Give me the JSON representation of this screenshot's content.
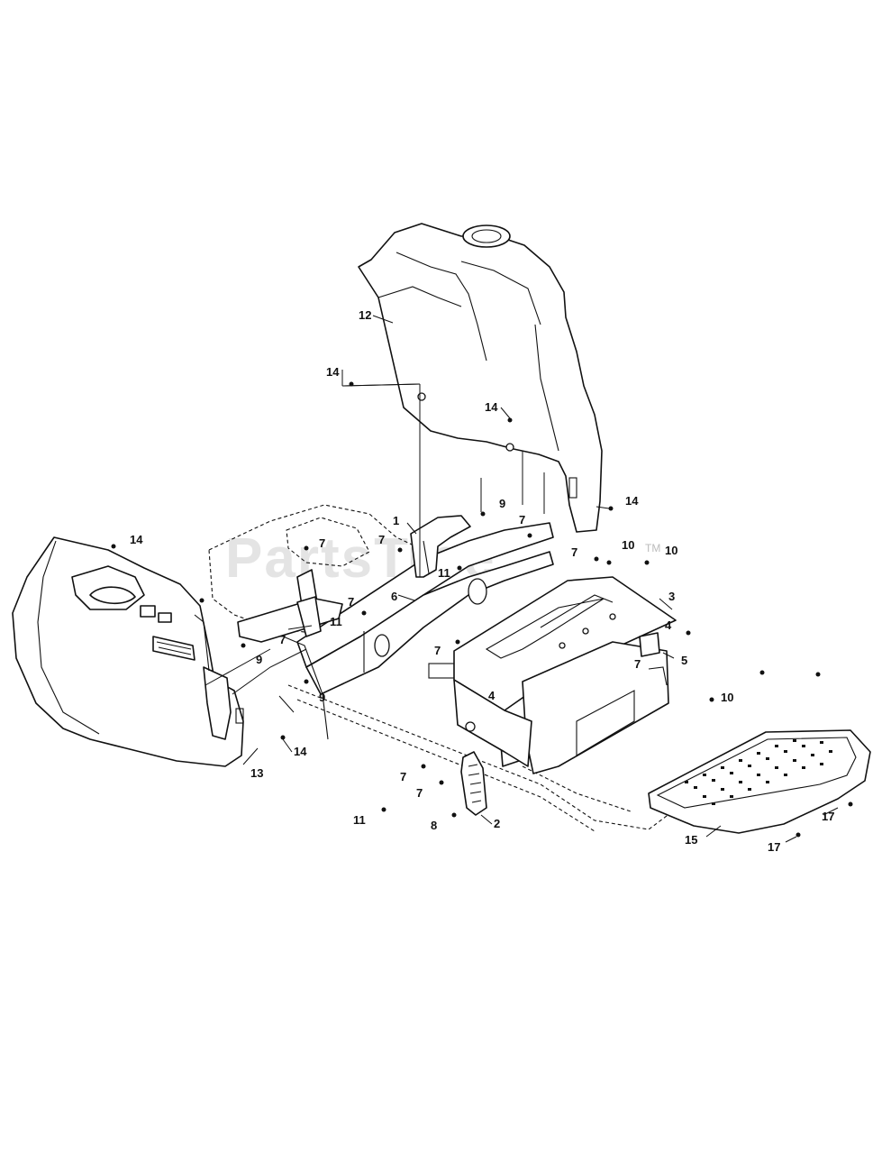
{
  "diagram": {
    "watermark": "PartsTree",
    "watermark_tm": "TM",
    "callouts": [
      {
        "label": "12"
      },
      {
        "label": "14"
      },
      {
        "label": "14"
      },
      {
        "label": "14"
      },
      {
        "label": "9"
      },
      {
        "label": "1"
      },
      {
        "label": "7"
      },
      {
        "label": "7"
      },
      {
        "label": "7"
      },
      {
        "label": "11"
      },
      {
        "label": "7"
      },
      {
        "label": "10"
      },
      {
        "label": "10"
      },
      {
        "label": "3"
      },
      {
        "label": "6"
      },
      {
        "label": "7"
      },
      {
        "label": "14"
      },
      {
        "label": "7"
      },
      {
        "label": "11"
      },
      {
        "label": "9"
      },
      {
        "label": "7"
      },
      {
        "label": "4"
      },
      {
        "label": "5"
      },
      {
        "label": "7"
      },
      {
        "label": "4"
      },
      {
        "label": "9"
      },
      {
        "label": "14"
      },
      {
        "label": "13"
      },
      {
        "label": "10"
      },
      {
        "label": "7"
      },
      {
        "label": "7"
      },
      {
        "label": "11"
      },
      {
        "label": "8"
      },
      {
        "label": "2"
      },
      {
        "label": "15"
      },
      {
        "label": "17"
      },
      {
        "label": "17"
      }
    ]
  }
}
